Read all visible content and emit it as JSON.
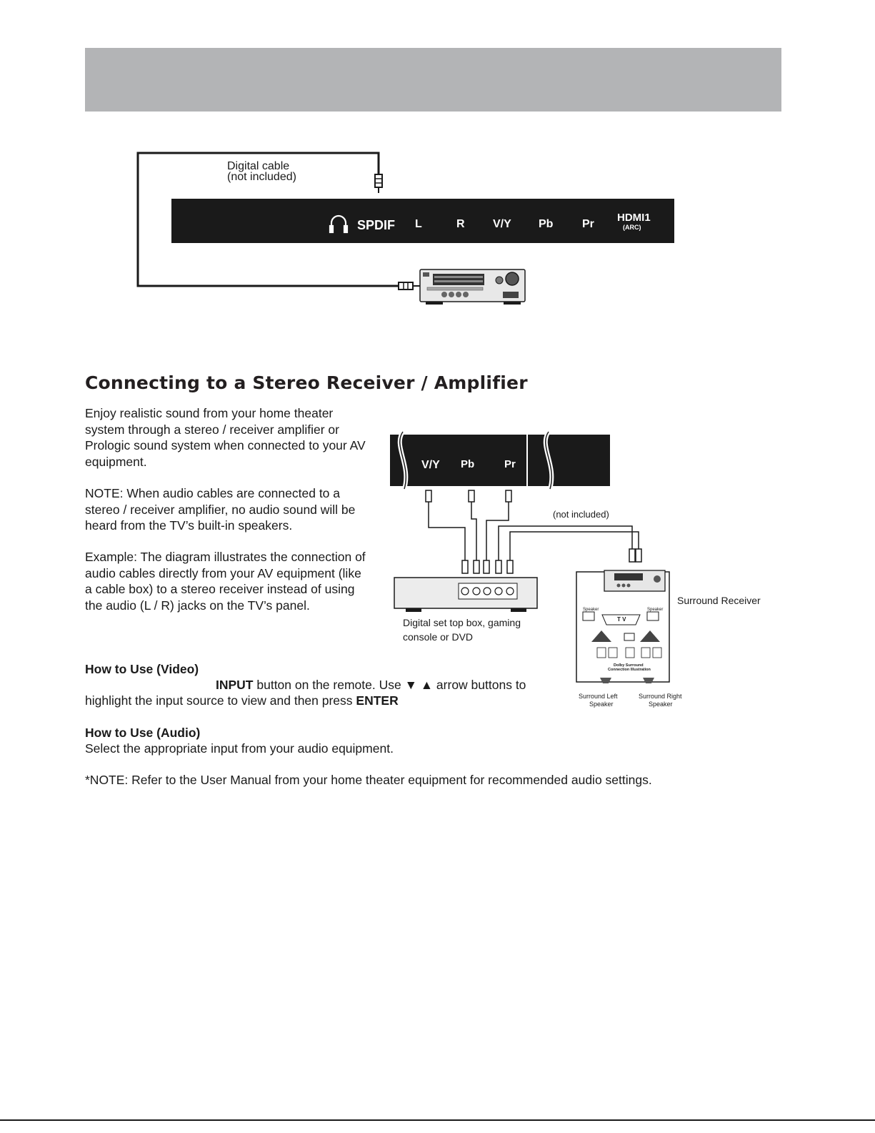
{
  "diagram1": {
    "cable_label_1": "Digital cable",
    "cable_label_2": "(not included)",
    "ports": [
      "SPDIF",
      "L",
      "R",
      "V/Y",
      "Pb",
      "Pr",
      "HDMI1"
    ],
    "hdmi_sub": "(ARC)"
  },
  "diagram2": {
    "ports": [
      "V/Y",
      "Pb",
      "Pr"
    ],
    "cable_label": "(not included)",
    "box_caption_1": "Digital set top box, gaming",
    "box_caption_2": "console or DVD",
    "receiver_label": "Surround Receiver",
    "speaker_label": "Speaker",
    "tv_label": "T V",
    "dolby_1": "Dolby Surround",
    "dolby_2": "Connection Illustration",
    "surround_left_1": "Surround Left",
    "surround_left_2": "Speaker",
    "surround_right_1": "Surround Right",
    "surround_right_2": "Speaker"
  },
  "section_title": "Connecting to a Stereo Receiver / Amplifier",
  "paragraphs": {
    "intro": "Enjoy realistic sound from your home theater system through a stereo / receiver amplifier or Prologic sound system when connected to your AV equipment.",
    "note": "NOTE: When audio cables are connected to a stereo / receiver amplifier, no audio sound will be heard from the TV’s built-in speakers.",
    "example": "Example: The diagram illustrates the connection of audio cables directly from your AV equipment (like a cable box) to a stereo receiver instead of using the audio (L / R) jacks on the TV’s panel."
  },
  "video": {
    "heading": "How to Use (Video)",
    "input_word": "INPUT",
    "line1_rest": " button on the remote. Use ▼ ▲ arrow buttons to",
    "line2_start": "highlight the input source to view and then press ",
    "enter_word": "ENTER"
  },
  "audio": {
    "heading": "How to Use (Audio)",
    "text": "Select the appropriate input from your audio equipment."
  },
  "footnote": "*NOTE: Refer to the User Manual from your home theater equipment for recommended audio settings."
}
